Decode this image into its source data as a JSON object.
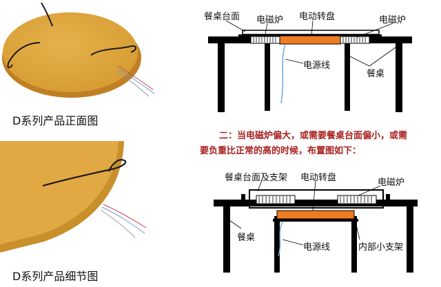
{
  "colors": {
    "disc": "#e0a73d",
    "disc_edge": "#c88a26",
    "turntable": "#ee7d22",
    "note_text": "#a8201f",
    "cable": "#6aa8d8",
    "struct": "#000000"
  },
  "photos": [
    {
      "caption": "D系列产品正面图"
    },
    {
      "caption": "D系列产品细节图"
    }
  ],
  "diagram1": {
    "labels": {
      "table_top": "餐桌台面",
      "cooker_left": "电磁炉",
      "turntable": "电动转盘",
      "cooker_right": "电磁炉",
      "power_cable": "电源线",
      "table": "餐桌"
    }
  },
  "note": {
    "line1": "二：当电磁炉偏大，或需要餐桌台面偏小，或需",
    "line2": "要负重比正常的高的时候，布置图如下："
  },
  "diagram2": {
    "labels": {
      "top_and_bracket": "餐桌台面及支架",
      "turntable": "电动转盘",
      "cooker": "电磁炉",
      "table": "餐桌",
      "power_cable": "电源线",
      "inner_bracket": "内部小支架"
    }
  }
}
